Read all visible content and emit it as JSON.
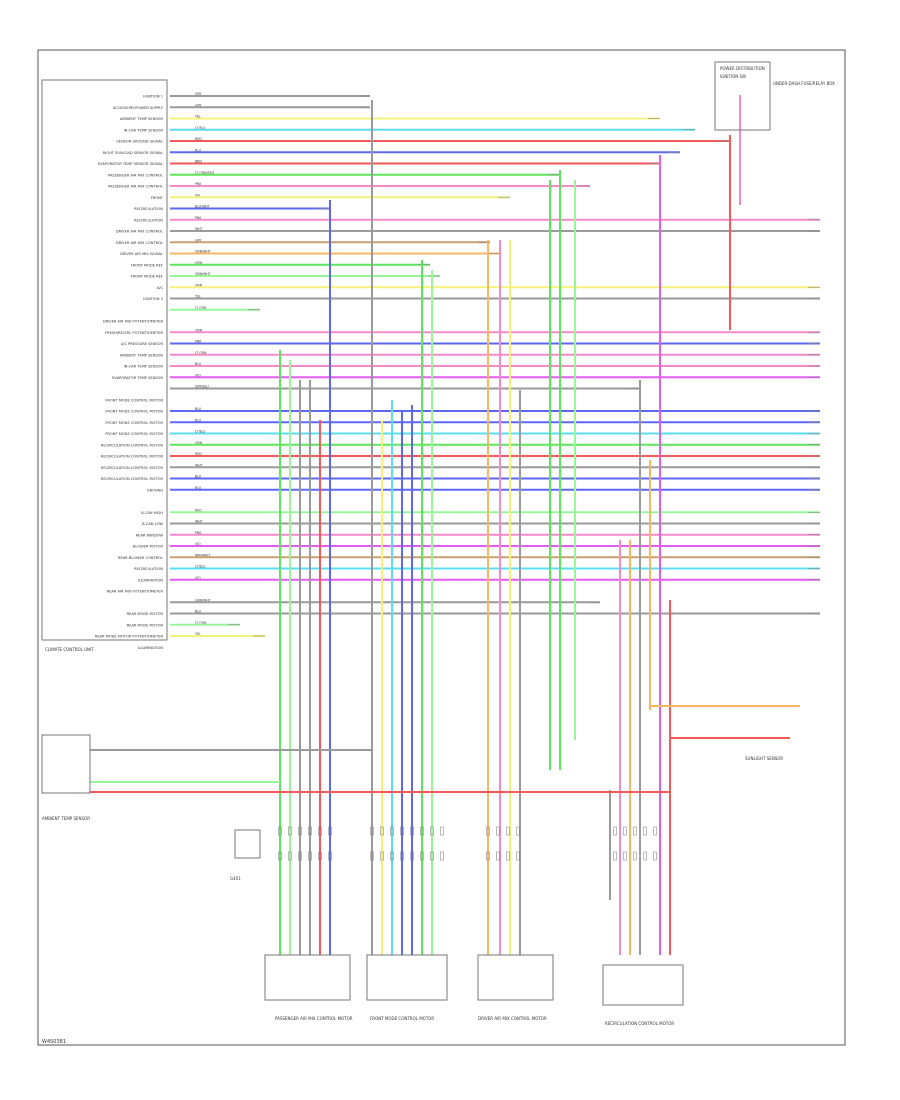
{
  "unit_label": "CLIMATE CONTROL UNIT",
  "sheet_ref": "W4S0381",
  "pin_labels": [
    "IGNITION 1",
    "ACCESSORY/POWER SUPPLY",
    "AMBIENT TEMP SENSOR",
    "IN-CAR TEMP SENSOR",
    "SENSOR GROUND SIGNAL",
    "RIGHT SUNLOAD SENSOR SIGNAL",
    "EVAPORATOR TEMP SENSOR SIGNAL",
    "PASSENGER AIR MIX CONTROL",
    "PASSENGER AIR MIX CONTROL",
    "FRONT",
    "RECIRCULATION",
    "RECIRCULATION",
    "DRIVER AIR MIX CONTROL",
    "DRIVER AIR MIX CONTROL",
    "DRIVER AIR MIX SIGNAL",
    "FRONT MODE REF",
    "FRONT MODE REF",
    "A/C",
    "IGNITION 2",
    "",
    "DRIVER AIR MIX POTENTIOMETER",
    "FRESH/RECIRC POTENTIOMETER",
    "A/C PRESSURE SENSOR",
    "AMBIENT TEMP SENSOR",
    "IN-CAR TEMP SENSOR",
    "EVAPORATOR TEMP SENSOR",
    "",
    "FRONT MODE CONTROL MOTOR",
    "FRONT MODE CONTROL MOTOR",
    "FRONT MODE CONTROL MOTOR",
    "FRONT MODE CONTROL MOTOR",
    "RECIRCULATION CONTROL MOTOR",
    "RECIRCULATION CONTROL MOTOR",
    "RECIRCULATION CONTROL MOTOR",
    "RECIRCULATION CONTROL MOTOR",
    "GROUND",
    "",
    "B-CAN HIGH",
    "B-CAN LOW",
    "REAR WINDOW",
    "BLOWER MOTOR",
    "REAR BLOWER CONTROL",
    "RECIRCULATION",
    "ILLUMINATION",
    "REAR AIR MIX POTENTIOMETER",
    "",
    "REAR MODE MOTOR",
    "REAR MODE MOTOR",
    "REAR MODE MOTOR POTENTIOMETER",
    "ILLUMINATION"
  ],
  "wire_codes": [
    "GRY",
    "GRY",
    "YEL",
    "LT BLU",
    "RED",
    "BLU",
    "BRN",
    "LT GRN/RED",
    "PNK",
    "YEL",
    "BLU/WHT",
    "PNK",
    "WHT",
    "GRY",
    "ORN/WHT",
    "GRN",
    "GRN/WHT",
    "ORN",
    "YEL",
    "LT GRN",
    "",
    "ORN",
    "PNK",
    "LT GRN",
    "BLU",
    "VIO",
    "GRY/BLU",
    "",
    "BLU",
    "BLU",
    "LT BLU",
    "GRN",
    "RED",
    "WHT",
    "BLU",
    "BLU",
    "",
    "RED",
    "WHT",
    "PNK",
    "VIO",
    "BRN/WHT",
    "LT BLU",
    "VIO",
    "",
    "GRN/WHT",
    "BLU",
    "LT GRN",
    "YEL"
  ],
  "callouts": {
    "power_supply": "POWER DISTRIBUTION",
    "ignition_sw": "IGNITION SW",
    "fuse_block": "UNDER-DASH FUSE/RELAY BOX",
    "ambient_sensor": "AMBIENT TEMP SENSOR",
    "sunlight_sensor": "SUNLIGHT SENSOR",
    "passenger_module": "PASSENGER AIR MIX CONTROL MOTOR",
    "front_mode_module": "FRONT MODE CONTROL MOTOR",
    "driver_module": "DRIVER AIR MIX CONTROL MOTOR",
    "recirc_module": "RECIRCULATION CONTROL MOTOR",
    "ground": "G401"
  },
  "colors": {
    "red": "#f25a5a",
    "pink": "#f58ac9",
    "blue": "#5d67f2",
    "lt_blue": "#5cdcf2",
    "green": "#5ce65c",
    "lt_green": "#9af59a",
    "yellow": "#f5f27a",
    "orange": "#f5b860",
    "violet": "#e35cf2",
    "gray": "#9a9a9a",
    "brown": "#c8a070"
  }
}
